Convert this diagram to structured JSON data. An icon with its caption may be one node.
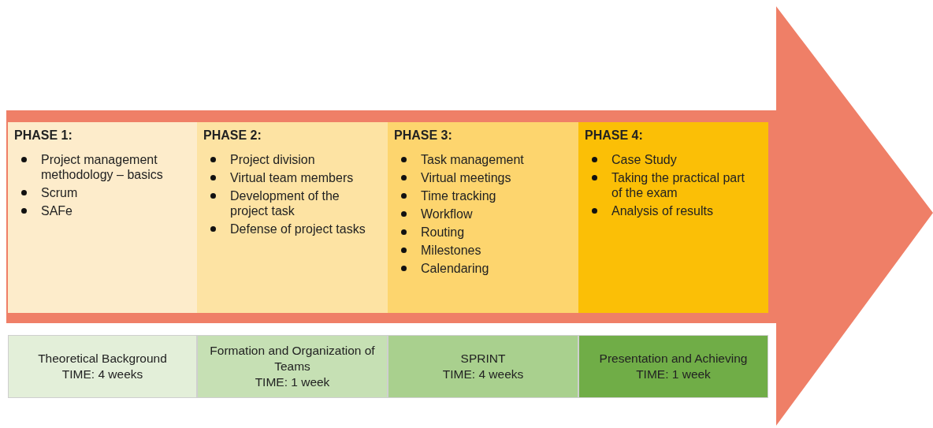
{
  "diagram": {
    "nodes": [
      {
        "text": [
          "PHASE 1:",
          "Project management methodology – basics",
          "Scrum",
          "SAFe"
        ]
      },
      {
        "text": [
          "PHASE 2:",
          "Project division",
          "Virtual team members",
          "Development of the project task",
          "Defense of project tasks"
        ]
      },
      {
        "text": [
          "PHASE 3:",
          "Task management",
          "Virtual meetings",
          "Time tracking",
          "Workflow",
          "Routing",
          "Milestones",
          "Calendaring"
        ]
      },
      {
        "text": [
          "PHASE 4:",
          "Case Study",
          "Taking the practical part of the exam",
          "Analysis of results"
        ]
      },
      {
        "text": [
          "Theoretical Background",
          "TIME: 4 weeks"
        ]
      },
      {
        "text": [
          "Formation and Organization of Teams",
          "TIME: 1 week"
        ]
      },
      {
        "text": [
          "SPRINT",
          "TIME: 4 weeks"
        ]
      },
      {
        "text": [
          "Presentation and Achieving",
          "TIME: 1 week"
        ]
      }
    ],
    "edges": []
  }
}
